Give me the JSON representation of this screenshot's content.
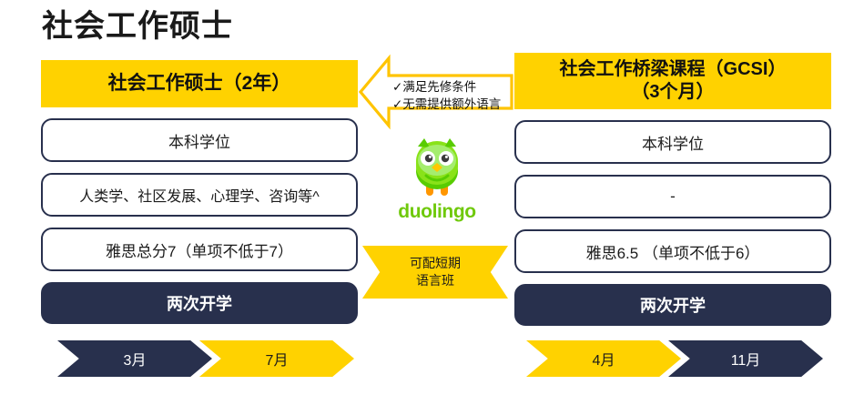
{
  "page": {
    "title": "社会工作硕士",
    "colors": {
      "yellow": "#FFD200",
      "navy": "#28304D",
      "green": "#6FC90B",
      "white": "#FFFFFF",
      "text": "#1B1B1B"
    }
  },
  "left_column": {
    "header": "社会工作硕士（2年）",
    "cards": [
      {
        "label": "本科学位"
      },
      {
        "label": "人类学、社区发展、心理学、咨询等^"
      },
      {
        "label": "雅思总分7（单项不低于7）"
      },
      {
        "label": "两次开学"
      }
    ],
    "intakes": [
      {
        "label": "3月",
        "color": "navy"
      },
      {
        "label": "7月",
        "color": "yellow"
      }
    ]
  },
  "right_column": {
    "header_line1": "社会工作桥梁课程（GCSI）",
    "header_line2": "（3个月）",
    "cards": [
      {
        "label": "本科学位"
      },
      {
        "label": "-"
      },
      {
        "label": "雅思6.5 （单项不低于6）"
      },
      {
        "label": "两次开学"
      }
    ],
    "intakes": [
      {
        "label": "4月",
        "color": "yellow"
      },
      {
        "label": "11月",
        "color": "navy"
      }
    ]
  },
  "middle": {
    "callout": {
      "line1": "✓满足先修条件",
      "line2": "✓无需提供额外语言"
    },
    "logo": {
      "wordmark": "duolingo",
      "icon": "duolingo-owl-icon"
    },
    "banner_line1": "可配短期",
    "banner_line2": "语言班"
  }
}
